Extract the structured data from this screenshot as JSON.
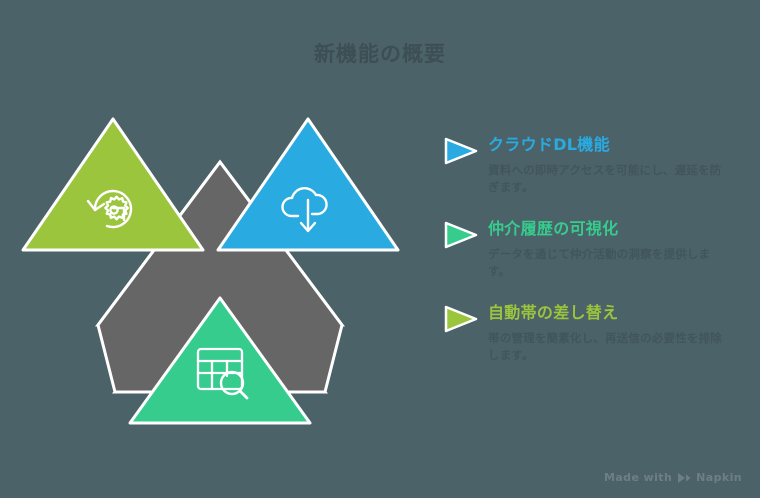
{
  "title": "新機能の概要",
  "colors": {
    "background": "#4c6269",
    "green": "#9bc53d",
    "blue": "#29abe2",
    "teal": "#35cc8d",
    "gray": "#666666",
    "title_text": "#3d4f55",
    "body_text": "#41555c",
    "outline": "#ffffff",
    "footer_text": "#6d7f85"
  },
  "graphic": {
    "name": "stacked-triangles-diagram",
    "triangles": [
      {
        "id": "triangle-green",
        "color": "#9bc53d",
        "icon": "refresh-gear-icon",
        "position": "top-left"
      },
      {
        "id": "triangle-blue",
        "color": "#29abe2",
        "icon": "cloud-download-icon",
        "position": "top-right"
      },
      {
        "id": "triangle-gray",
        "color": "#666666",
        "icon": "none",
        "position": "center"
      },
      {
        "id": "triangle-teal",
        "color": "#35cc8d",
        "icon": "table-search-icon",
        "position": "bottom-center"
      }
    ]
  },
  "features": [
    {
      "marker_icon": "play-triangle-icon",
      "marker_color": "#29abe2",
      "heading": "クラウドDL機能",
      "heading_color": "#29abe2",
      "description": "資料への即時アクセスを可能にし、遅延を防ぎます。"
    },
    {
      "marker_icon": "play-triangle-icon",
      "marker_color": "#35cc8d",
      "heading": "仲介履歴の可視化",
      "heading_color": "#35cc8d",
      "description": "データを通じて仲介活動の洞察を提供します。"
    },
    {
      "marker_icon": "play-triangle-icon",
      "marker_color": "#9bc53d",
      "heading": "自動帯の差し替え",
      "heading_color": "#9bc53d",
      "description": "帯の管理を簡素化し、再送信の必要性を排除します。"
    }
  ],
  "footer": {
    "made_with": "Made with",
    "brand": "Napkin",
    "logo_icon": "napkin-logo-icon"
  }
}
